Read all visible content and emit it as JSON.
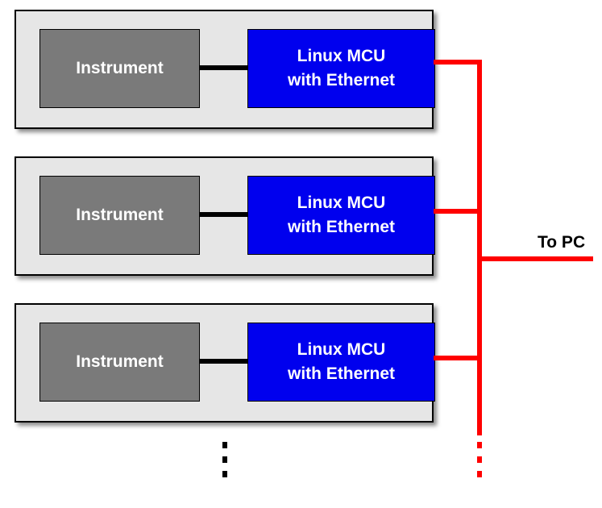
{
  "units": [
    {
      "instrument_label": "Instrument",
      "mcu_line1": "Linux MCU",
      "mcu_line2": "with Ethernet"
    },
    {
      "instrument_label": "Instrument",
      "mcu_line1": "Linux MCU",
      "mcu_line2": "with Ethernet"
    },
    {
      "instrument_label": "Instrument",
      "mcu_line1": "Linux MCU",
      "mcu_line2": "with Ethernet"
    }
  ],
  "network": {
    "uplink_label": "To PC",
    "color": "#ff0000"
  },
  "colors": {
    "instrument_fill": "#7a7a7a",
    "mcu_fill": "#0000ee",
    "unit_fill": "#e6e6e6"
  }
}
